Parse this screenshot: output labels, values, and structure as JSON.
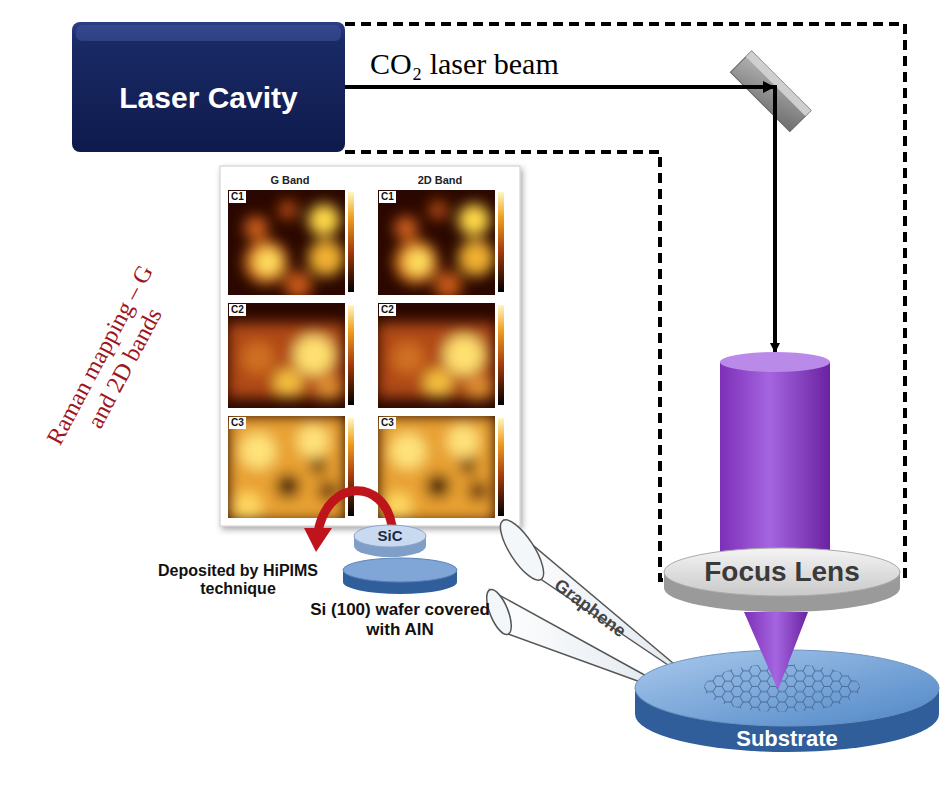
{
  "diagram": {
    "nodes": [
      {
        "text": [
          "Laser Cavity"
        ]
      },
      {
        "text": [
          "Focus Lens"
        ]
      },
      {
        "text": [
          "Substrate"
        ]
      },
      {
        "text": [
          "SiC"
        ]
      },
      {
        "text": [
          "Si (100) wafer covered with AlN"
        ]
      }
    ],
    "edges": [
      {
        "from": 0,
        "to": 1,
        "arrow": "to",
        "label": "CO₂ laser beam"
      }
    ],
    "labels": [
      "Raman mapping – G and 2D bands",
      "G Band",
      "2D Band",
      "C1",
      "C1",
      "C2",
      "C2",
      "C3",
      "C3",
      "Graphene",
      "Deposited by HiPIMS technique"
    ]
  }
}
